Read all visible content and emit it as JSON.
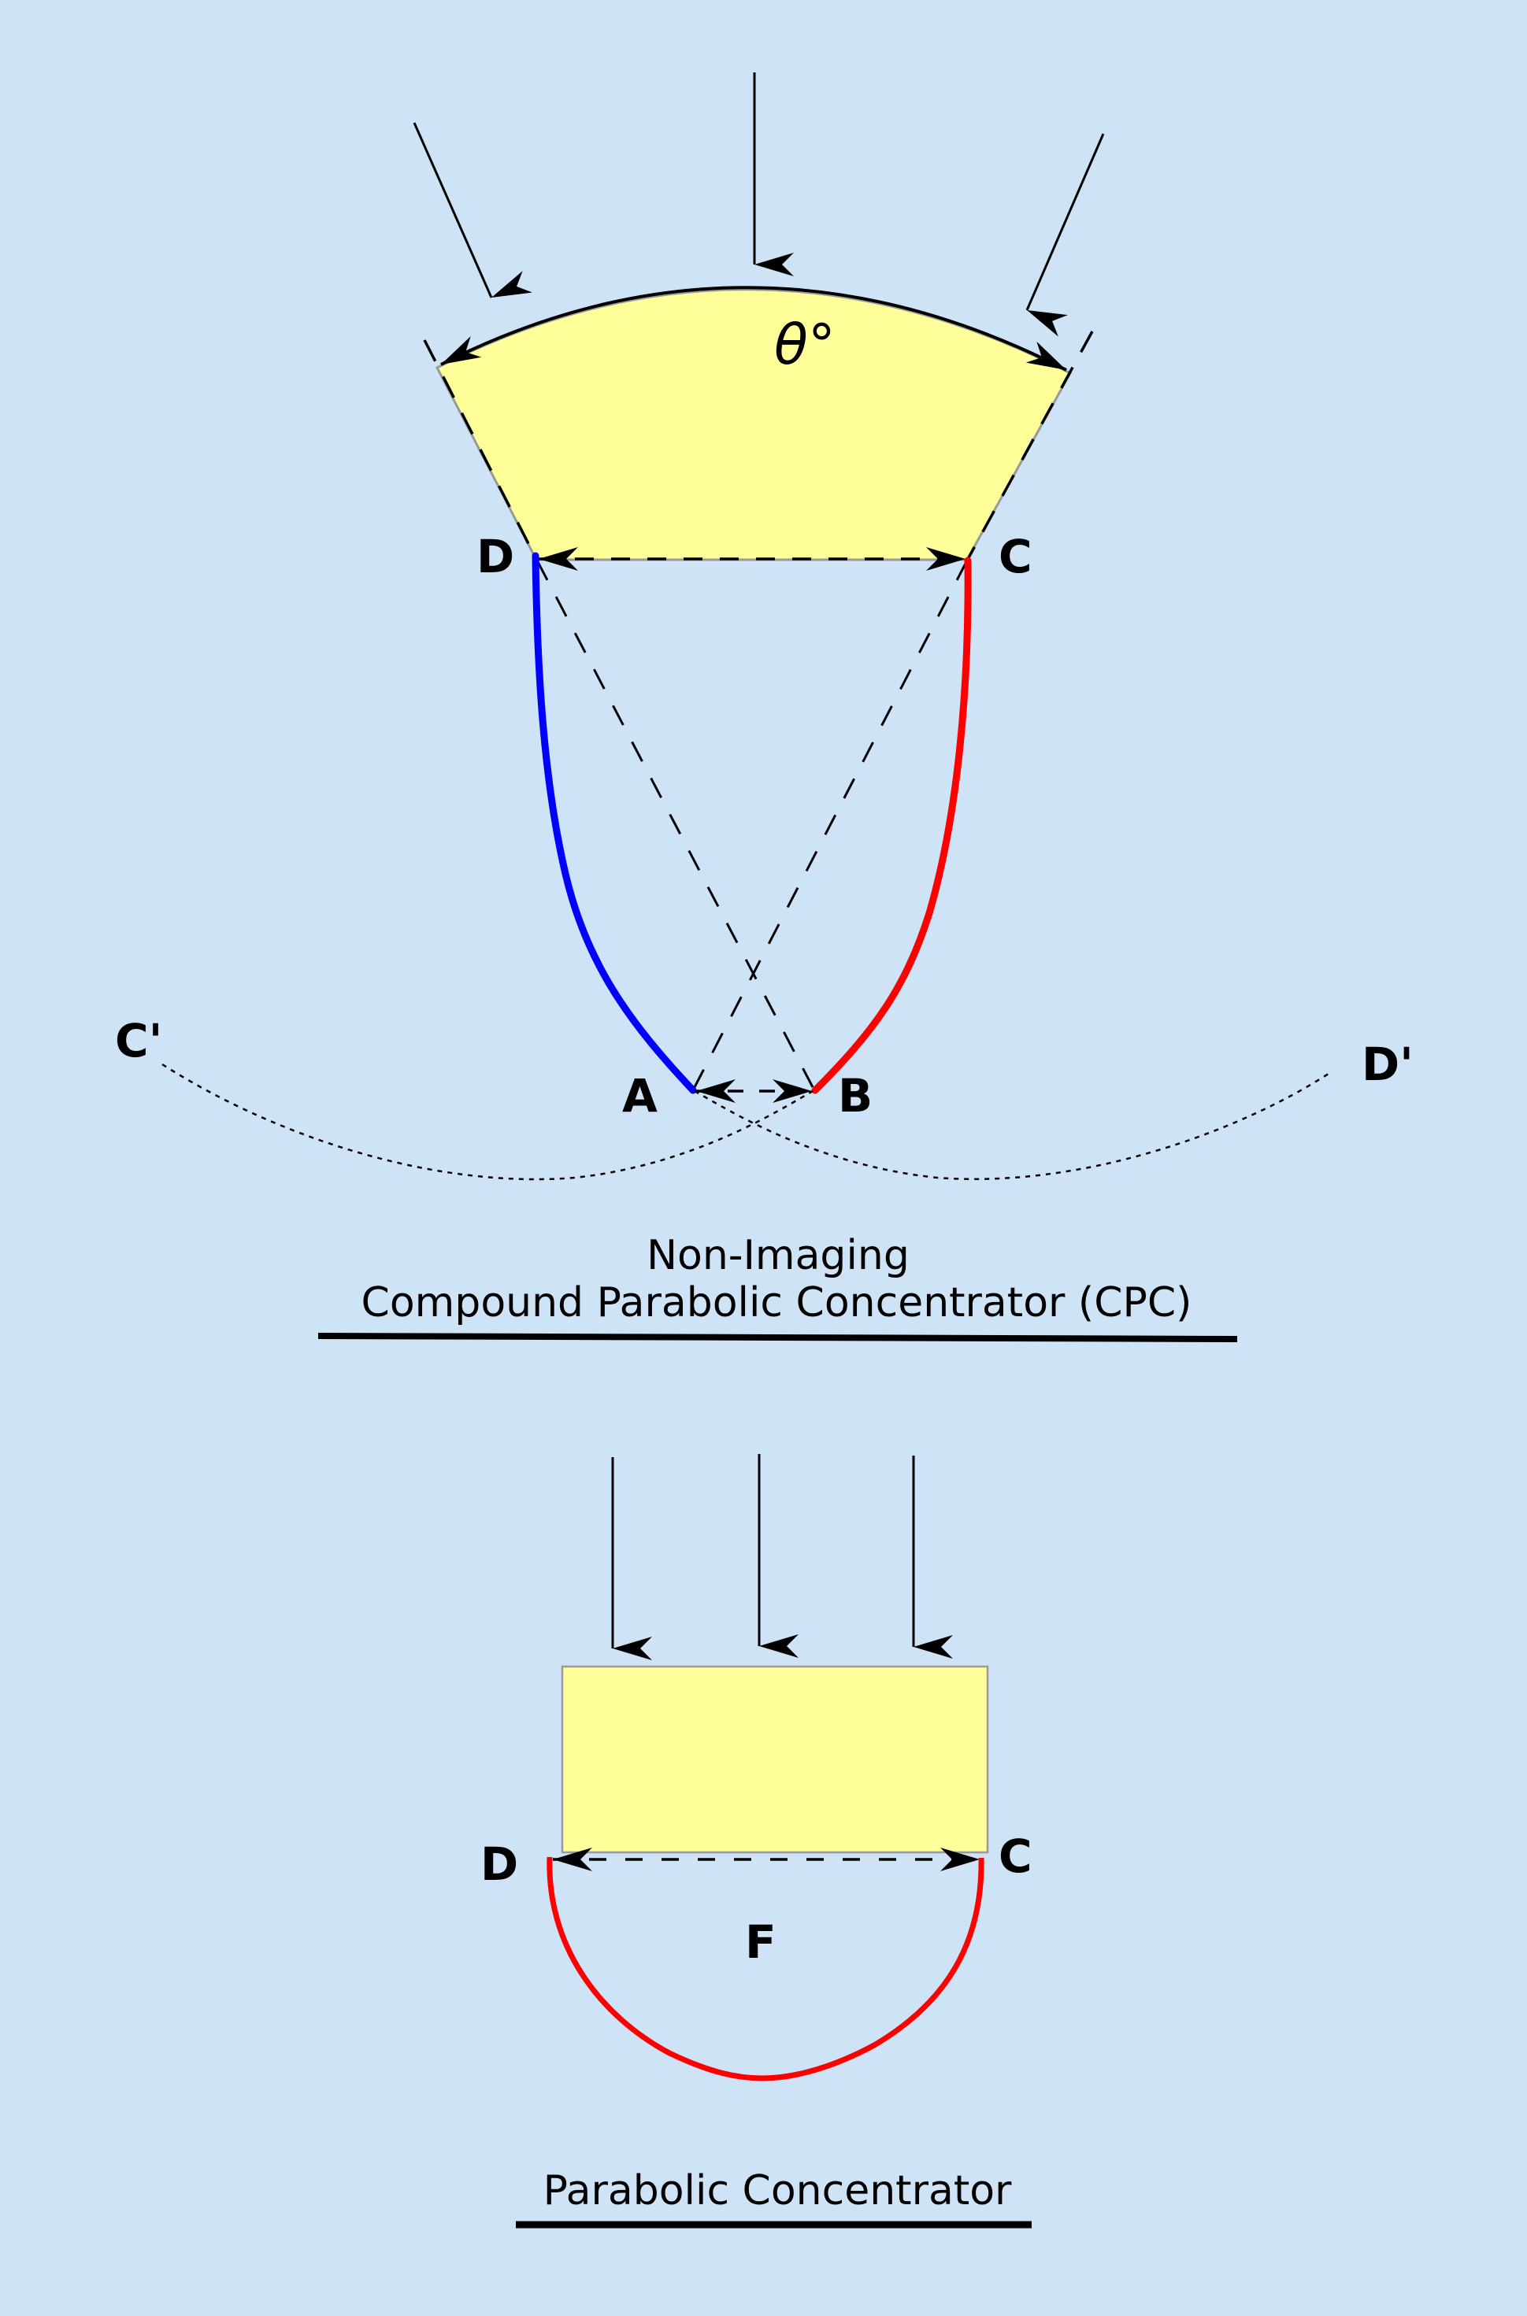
{
  "background_color": "#CFE3F7",
  "colors": {
    "aperture_fill": "#FFFF99",
    "aperture_stroke": "#999999",
    "left_reflector": "#0000FF",
    "right_reflector": "#FF0000",
    "ink": "#000000"
  },
  "cpc": {
    "angle_label": "θ°",
    "points": {
      "D": "D",
      "C": "C",
      "A": "A",
      "B": "B",
      "C_prime": "C'",
      "D_prime": "D'"
    },
    "title_line1": "Non-Imaging",
    "title_line2": "Compound Parabolic Concentrator (CPC)"
  },
  "parabolic": {
    "points": {
      "D": "D",
      "C": "C",
      "F": "F"
    },
    "title": "Parabolic Concentrator"
  }
}
